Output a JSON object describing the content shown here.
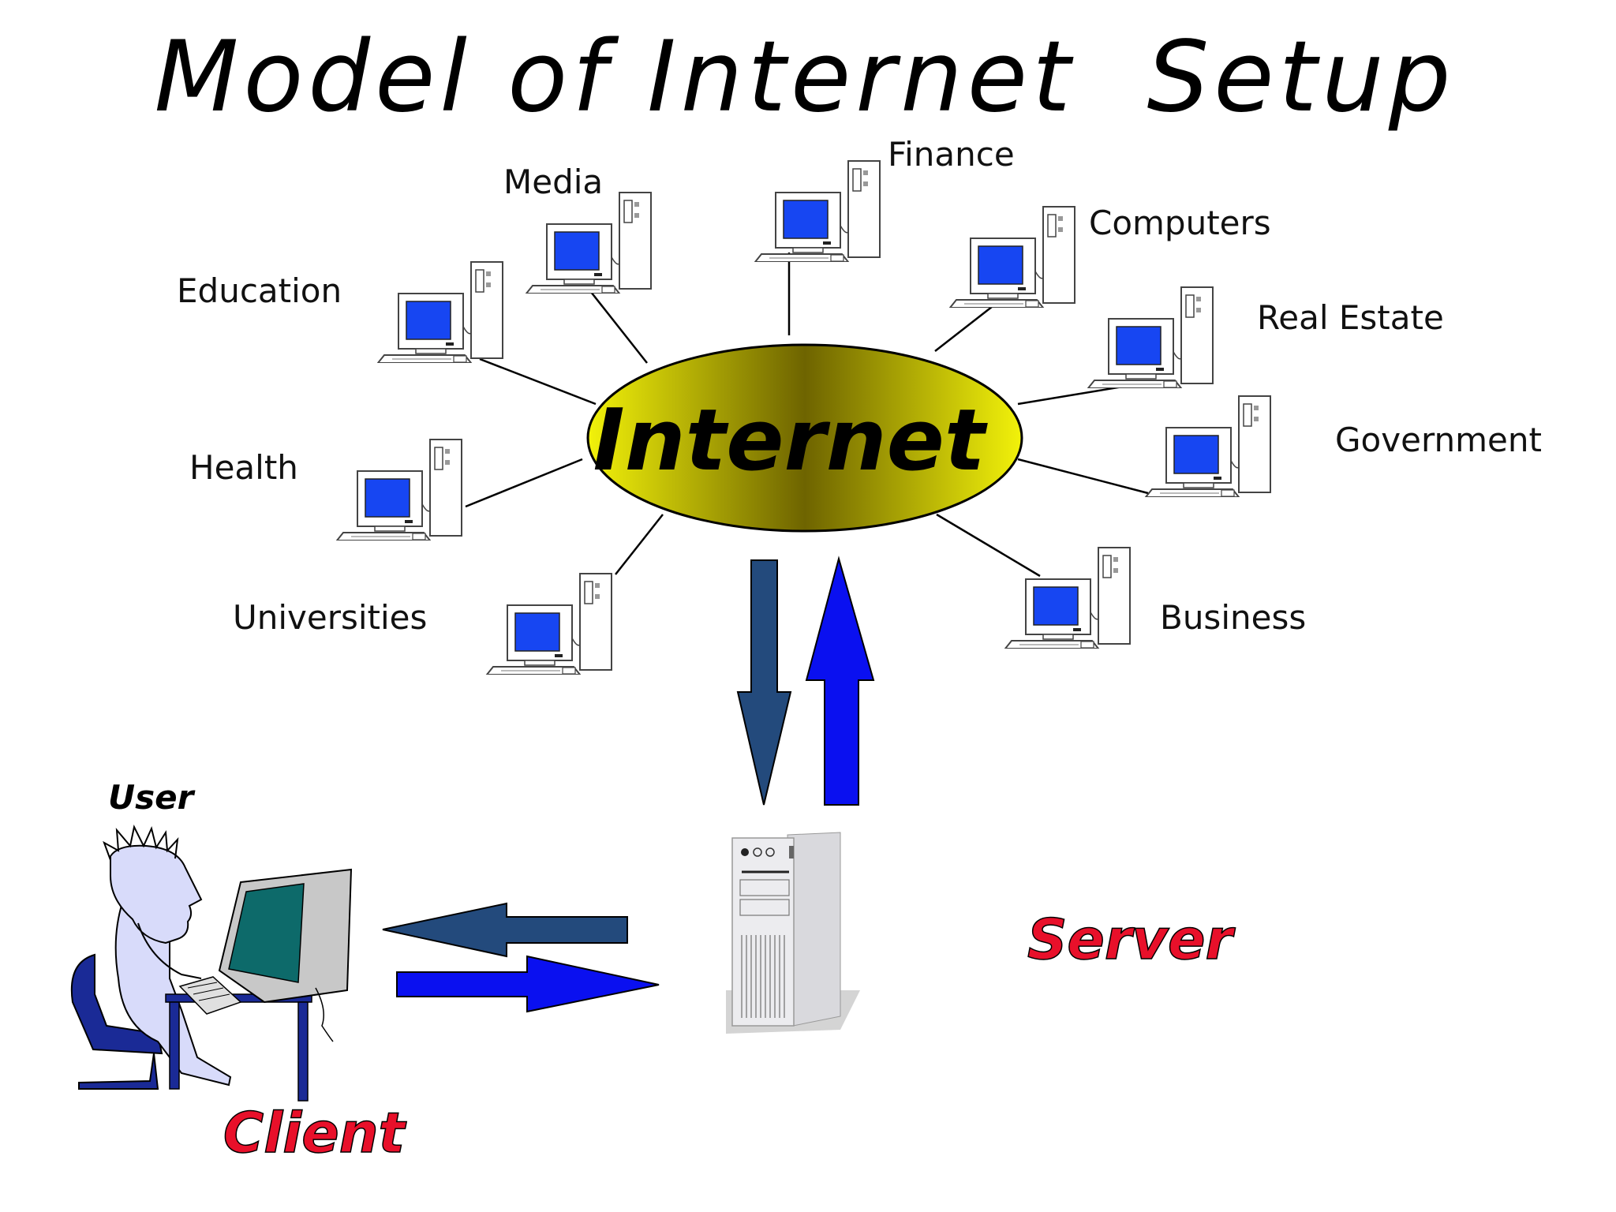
{
  "title": "Model of Internet  Setup",
  "hub": {
    "label": "Internet"
  },
  "nodes": [
    {
      "id": "media",
      "label": "Media"
    },
    {
      "id": "finance",
      "label": "Finance"
    },
    {
      "id": "computers",
      "label": "Computers"
    },
    {
      "id": "education",
      "label": "Education"
    },
    {
      "id": "real-estate",
      "label": "Real Estate"
    },
    {
      "id": "health",
      "label": "Health"
    },
    {
      "id": "government",
      "label": "Government"
    },
    {
      "id": "universities",
      "label": "Universities"
    },
    {
      "id": "business",
      "label": "Business"
    }
  ],
  "client": {
    "user_label": "User",
    "label": "Client"
  },
  "server": {
    "label": "Server"
  },
  "colors": {
    "hub_gradient": [
      "#f2f20a",
      "#6e6400",
      "#f2f20a"
    ],
    "arrow_dark": "#234a7c",
    "arrow_bright": "#0a10f0",
    "screen_blue": "#1746f2",
    "role_red": "#e8102a",
    "user_figure": "#d8dbfa",
    "chair_blue": "#1a2a96",
    "monitor_screen": "#0d6a6a"
  },
  "icons": {
    "node": "desktop-computer-icon",
    "server": "tower-server-icon",
    "client": "user-at-computer-icon"
  }
}
